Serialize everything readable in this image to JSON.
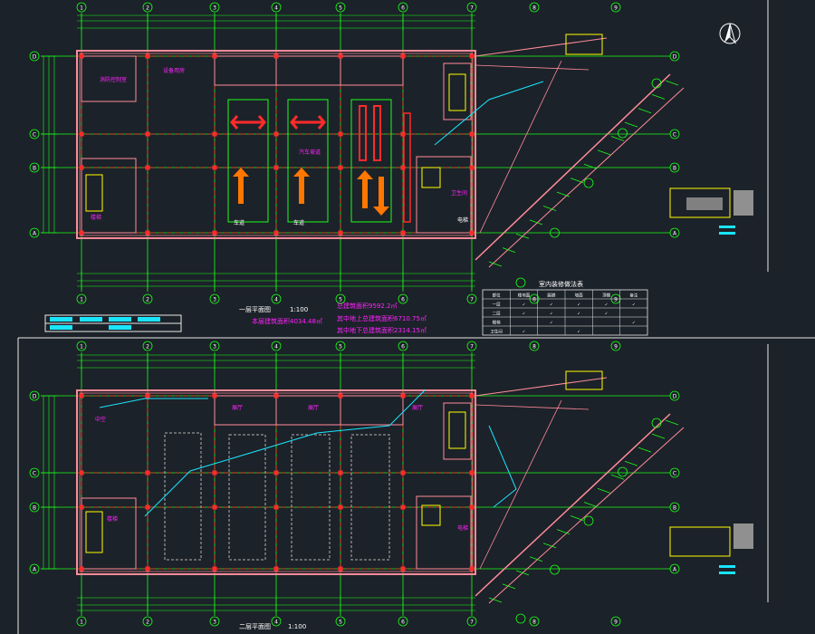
{
  "colors": {
    "background": "#1c2229",
    "axis": "#19ff19",
    "wall": "#ff8c9a",
    "column": "#ff2b2b",
    "dim": "#19ff19",
    "text_white": "#ffffff",
    "text_magenta": "#ff22ff",
    "cyan": "#19e5ff",
    "yellow": "#ffff00",
    "frame": "#e9e9e9"
  },
  "north_arrow_icon": "north-arrow-icon",
  "plans": {
    "first": {
      "title": "一层平面图",
      "scale": "1:100",
      "area_total": "总建筑面积9592.2㎡",
      "area_floor": "本层建筑面积4034.48㎡",
      "area_above": "其中地上总建筑面积6710.75㎡",
      "area_below": "其中地下总建筑面积2314.15㎡",
      "labels": {
        "room_a": "消防控制室",
        "room_b": "设备用房",
        "ramp": "汽车坡道",
        "stair": "楼梯",
        "toilet": "卫生间",
        "elevator": "电梯",
        "lane_1": "车道",
        "lane_2": "车道"
      }
    },
    "second": {
      "title": "二层平面图",
      "scale": "1:100",
      "labels": {
        "void": "中空",
        "hall_a": "展厅",
        "hall_b": "展厅",
        "hall_c": "展厅",
        "stair": "楼梯",
        "elevator": "电梯"
      }
    }
  },
  "axes": {
    "columns": [
      "1",
      "2",
      "3",
      "4",
      "5",
      "6",
      "7",
      "8",
      "9"
    ],
    "rows": [
      "A",
      "B",
      "C",
      "D"
    ]
  },
  "table": {
    "title": "室内装修做法表",
    "headers": [
      "部位",
      "楼地面",
      "踢脚",
      "墙面",
      "顶棚",
      "备注"
    ],
    "rows": [
      [
        "一层",
        "✓",
        "✓",
        "✓",
        "✓",
        "✓"
      ],
      [
        "二层",
        "✓",
        "✓",
        "✓",
        "✓",
        ""
      ],
      [
        "楼梯",
        "",
        "✓",
        "",
        "",
        "✓"
      ],
      [
        "卫生间",
        "✓",
        "",
        "✓",
        "",
        ""
      ]
    ]
  }
}
